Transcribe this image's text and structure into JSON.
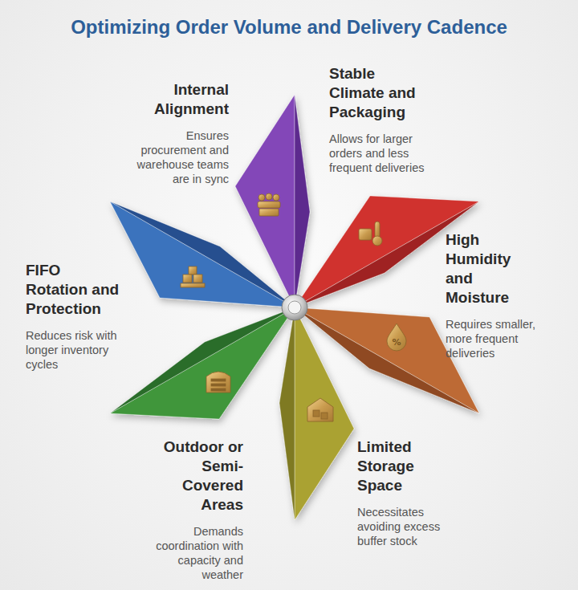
{
  "diagram": {
    "title": "Optimizing Order Volume and Delivery Cadence",
    "nodes": [
      {
        "text": [
          "Internal Alignment",
          "Ensures procurement and warehouse teams are in sync"
        ]
      },
      {
        "text": [
          "Stable Climate and Packaging",
          "Allows for larger orders and less frequent deliveries"
        ]
      },
      {
        "text": [
          "High Humidity and Moisture",
          "Requires smaller, more frequent deliveries"
        ]
      },
      {
        "text": [
          "Limited Storage Space",
          "Necessitates avoiding excess buffer stock"
        ]
      },
      {
        "text": [
          "Outdoor or Semi-Covered Areas",
          "Demands coordination with capacity and weather"
        ]
      },
      {
        "text": [
          "FIFO Rotation and Protection",
          "Reduces risk with longer inventory cycles"
        ]
      }
    ]
  }
}
